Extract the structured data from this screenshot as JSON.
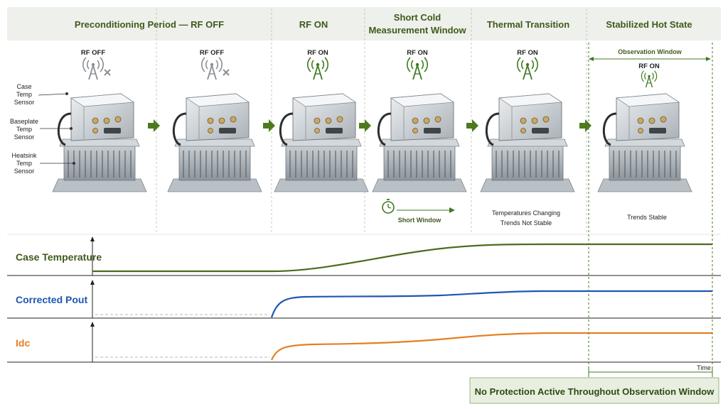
{
  "headers": {
    "preconditioning": "Preconditioning Period — RF OFF",
    "rf_on": "RF ON",
    "short_cold_line1": "Short Cold",
    "short_cold_line2": "Measurement Window",
    "thermal": "Thermal Transition",
    "stabilized": "Stabilized Hot State"
  },
  "units": [
    {
      "status": "RF OFF"
    },
    {
      "status": "RF OFF"
    },
    {
      "status": "RF ON"
    },
    {
      "status": "RF ON"
    },
    {
      "status": "RF ON"
    },
    {
      "status": "RF ON"
    }
  ],
  "sensors": {
    "case_1": "Case",
    "case_2": "Temp",
    "case_3": "Sensor",
    "base_1": "Baseplate",
    "base_2": "Temp",
    "base_3": "Sensor",
    "heat_1": "Heatsink",
    "heat_2": "Temp",
    "heat_3": "Sensor"
  },
  "notes": {
    "short_window": "Short Window",
    "changing_1": "Temperatures Changing",
    "changing_2": "Trends Not Stable",
    "stable": "Trends Stable",
    "observation_window": "Observation Window"
  },
  "plots": {
    "case_label": "Case Temperature",
    "pout_label": "Corrected Pout",
    "idc_label": "Idc",
    "time_label": "Time"
  },
  "footer": "No Protection Active Throughout Observation Window",
  "colors": {
    "header_band": "#eef0eb",
    "header_text": "#3e5a1c",
    "case_line": "#4c6b1f",
    "pout_line": "#1f56b3",
    "idc_line": "#e67e22",
    "arrow": "#4e7a1e",
    "footer_bg": "#e9efe0"
  }
}
